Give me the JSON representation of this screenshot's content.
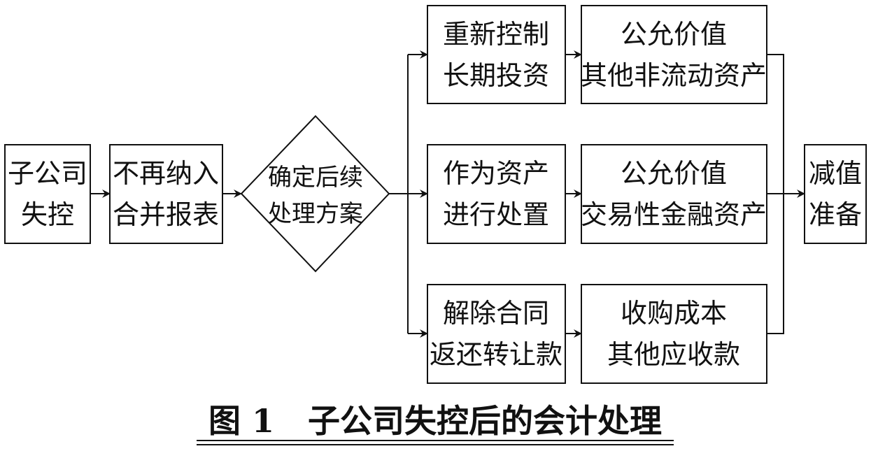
{
  "nodes": {
    "subsidiary_loss_of_control": [
      "子公司",
      "失控"
    ],
    "exclude_from_consolidation": [
      "不再纳入",
      "合并报表"
    ],
    "determine_followup_plan": [
      "确定后续",
      "处理方案"
    ],
    "regain_control": [
      "重新控制",
      "长期投资"
    ],
    "dispose_as_asset": [
      "作为资产",
      "进行处置"
    ],
    "terminate_contract": [
      "解除合同",
      "返还转让款"
    ],
    "fair_value_noncurrent": [
      "公允价值",
      "其他非流动资产"
    ],
    "fair_value_trading": [
      "公允价值",
      "交易性金融资产"
    ],
    "acquisition_cost_receivable": [
      "收购成本",
      "其他应收款"
    ],
    "impairment_provision": [
      "减值",
      "准备"
    ]
  },
  "caption": "图 1   子公司失控后的会计处理"
}
